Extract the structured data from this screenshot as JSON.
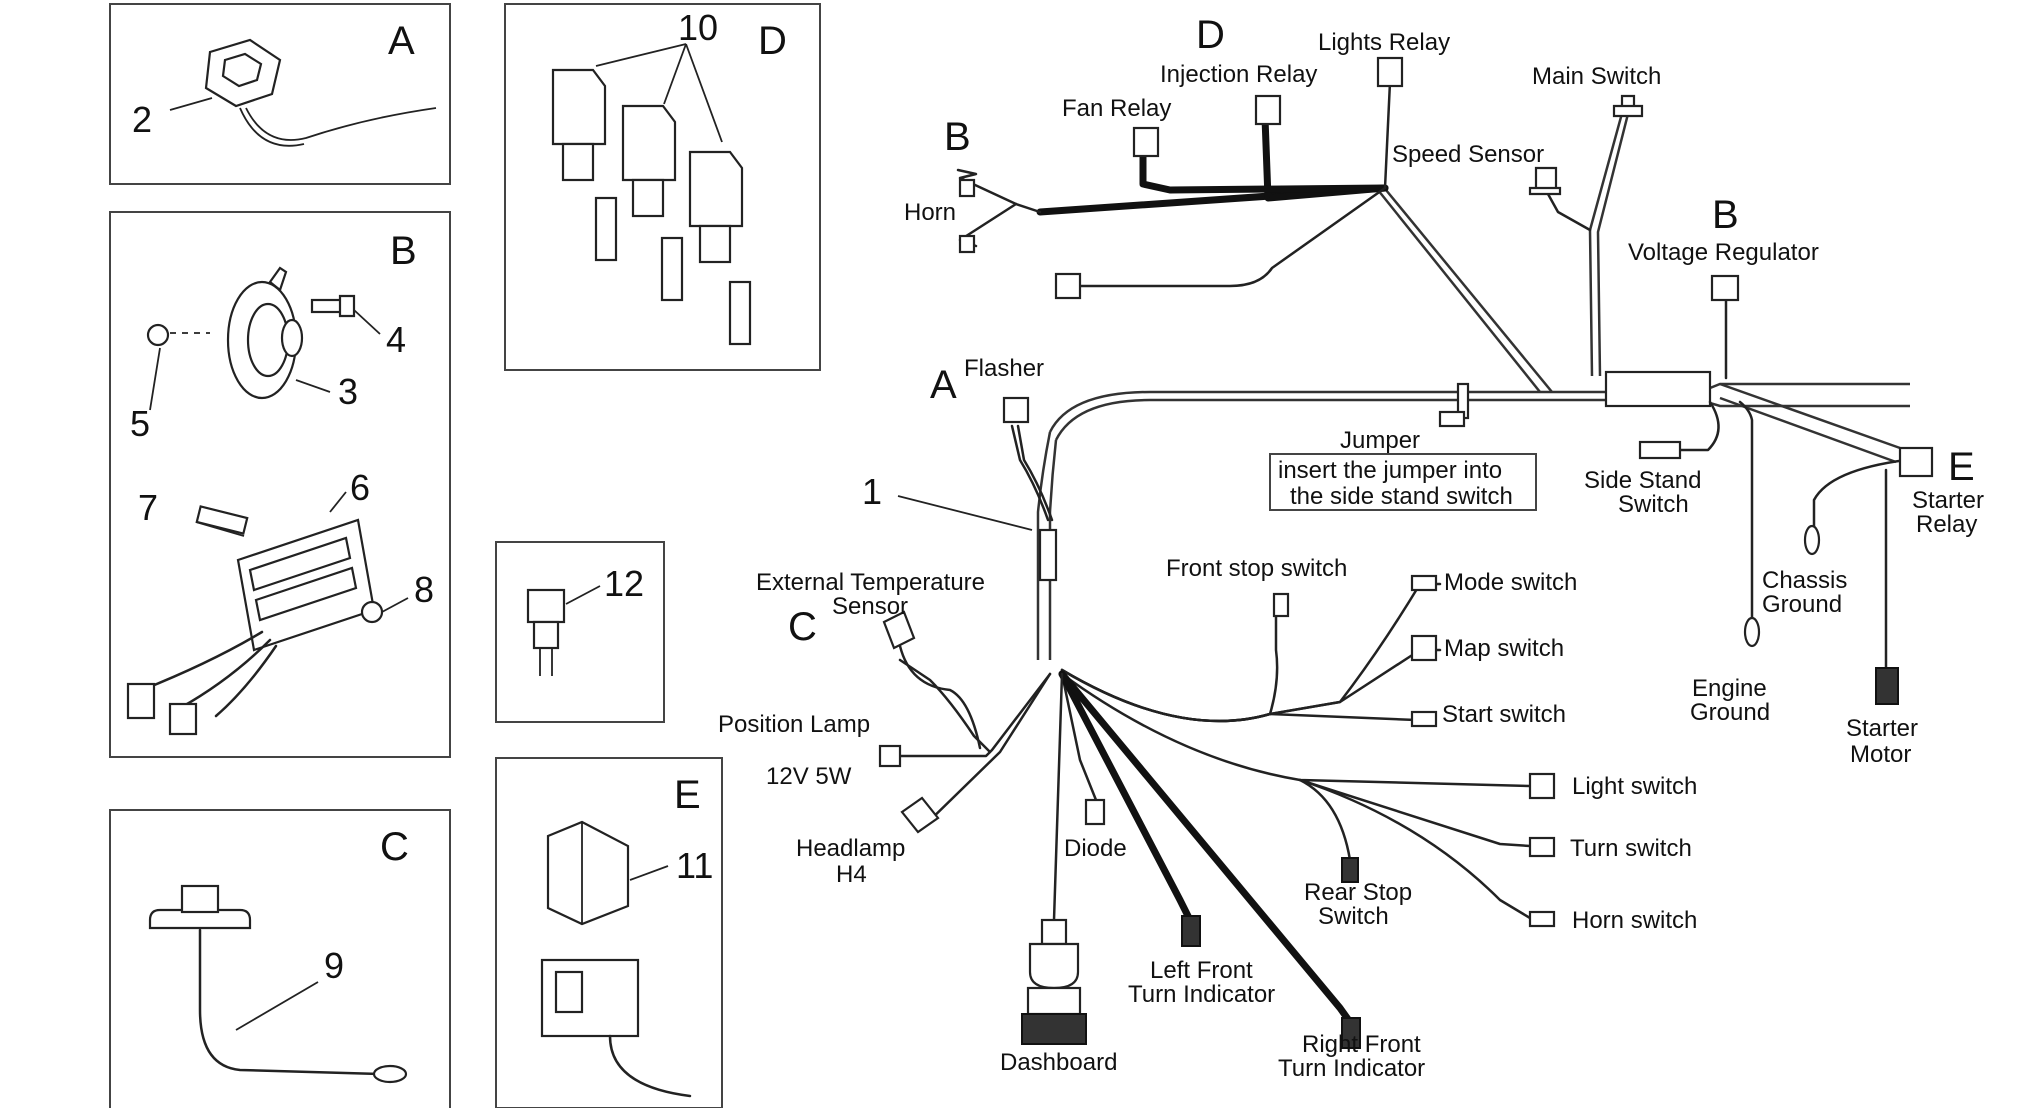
{
  "panels": {
    "A": {
      "letter": "A",
      "numbers": [
        "2"
      ]
    },
    "B": {
      "letter": "B",
      "numbers": [
        "3",
        "4",
        "5",
        "6",
        "7",
        "8"
      ]
    },
    "C": {
      "letter": "C",
      "numbers": [
        "9"
      ]
    },
    "D": {
      "letter": "D",
      "numbers": [
        "10"
      ]
    },
    "twelve": {
      "numbers": [
        "12"
      ]
    },
    "E": {
      "letter": "E",
      "numbers": [
        "11"
      ]
    }
  },
  "harness": {
    "number": "1",
    "callouts": {
      "A": "A",
      "B_horn": "B",
      "B_regulator": "B",
      "C": "C",
      "D": "D",
      "E": "E"
    },
    "labels": {
      "horn": "Horn",
      "fan_relay": "Fan Relay",
      "injection_relay": "Injection Relay",
      "lights_relay": "Lights Relay",
      "main_switch": "Main Switch",
      "speed_sensor": "Speed Sensor",
      "voltage_regulator": "Voltage Regulator",
      "flasher": "Flasher",
      "jumper": "Jumper",
      "jumper_note_line1": "insert the jumper into",
      "jumper_note_line2": "the side stand switch",
      "side_stand_line1": "Side Stand",
      "side_stand_line2": "Switch",
      "starter_relay_line1": "Starter",
      "starter_relay_line2": "Relay",
      "chassis_ground_line1": "Chassis",
      "chassis_ground_line2": "Ground",
      "engine_ground_line1": "Engine",
      "engine_ground_line2": "Ground",
      "starter_motor_line1": "Starter",
      "starter_motor_line2": "Motor",
      "ext_temp_line1": "External Temperature",
      "ext_temp_line2": "Sensor",
      "position_lamp": "Position Lamp",
      "position_lamp_rating": "12V 5W",
      "headlamp_line1": "Headlamp",
      "headlamp_line2": "H4",
      "diode": "Diode",
      "dashboard": "Dashboard",
      "left_front_line1": "Left Front",
      "left_front_line2": "Turn Indicator",
      "right_front_line1": "Right Front",
      "right_front_line2": "Turn Indicator",
      "rear_stop_line1": "Rear Stop",
      "rear_stop_line2": "Switch",
      "front_stop": "Front stop switch",
      "mode_switch": "Mode switch",
      "map_switch": "Map switch",
      "start_switch": "Start switch",
      "light_switch": "Light switch",
      "turn_switch": "Turn switch",
      "horn_switch": "Horn switch"
    }
  }
}
